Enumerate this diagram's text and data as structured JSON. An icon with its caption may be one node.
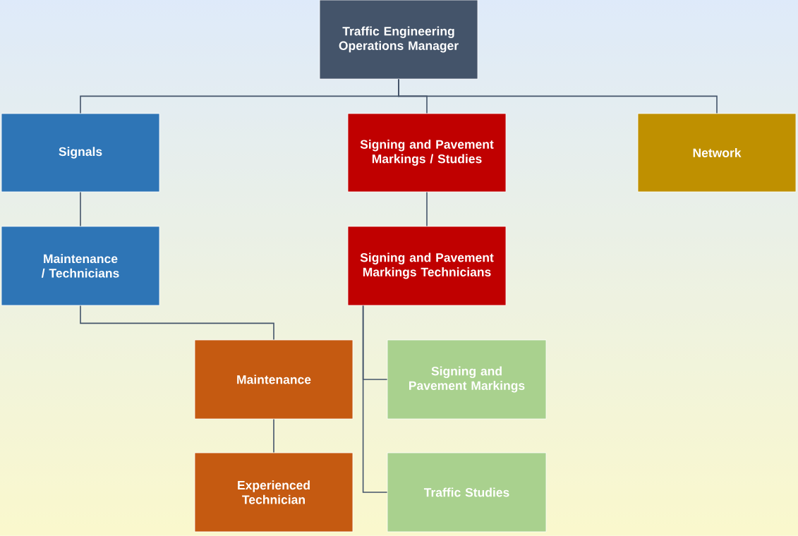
{
  "diagram": {
    "nodes": [
      {
        "text": [
          "Traffic Engineering Operations Manager"
        ]
      },
      {
        "text": [
          "Signals"
        ]
      },
      {
        "text": [
          "Signing and Pavement Markings / Studies"
        ]
      },
      {
        "text": [
          "Network"
        ]
      },
      {
        "text": [
          "Maintenance / Technicians"
        ]
      },
      {
        "text": [
          "Signing and Pavement Markings Technicians"
        ]
      },
      {
        "text": [
          "Maintenance"
        ]
      },
      {
        "text": [
          "Signing and Pavement Markings"
        ]
      },
      {
        "text": [
          "Experienced Technician"
        ]
      },
      {
        "text": [
          "Traffic Studies"
        ]
      }
    ],
    "edges": [
      {
        "from": 0,
        "to": 1,
        "arrow": "none"
      },
      {
        "from": 0,
        "to": 2,
        "arrow": "none"
      },
      {
        "from": 0,
        "to": 3,
        "arrow": "none"
      },
      {
        "from": 1,
        "to": 4,
        "arrow": "none"
      },
      {
        "from": 2,
        "to": 5,
        "arrow": "none"
      },
      {
        "from": 4,
        "to": 6,
        "arrow": "none"
      },
      {
        "from": 6,
        "to": 8,
        "arrow": "none"
      },
      {
        "from": 5,
        "to": 7,
        "arrow": "none"
      },
      {
        "from": 5,
        "to": 9,
        "arrow": "none"
      }
    ]
  }
}
